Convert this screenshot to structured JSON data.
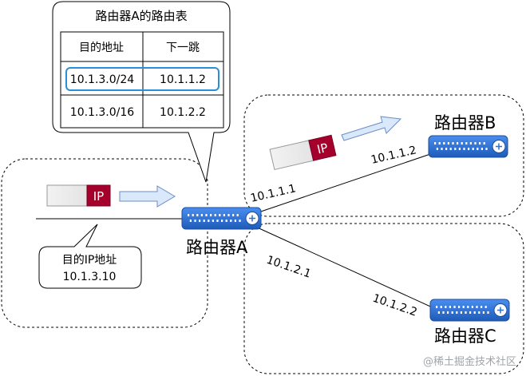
{
  "routing_table": {
    "title": "路由器A的路由表",
    "headers": [
      "目的地址",
      "下一跳"
    ],
    "rows": [
      {
        "dest": "10.1.3.0/24",
        "next_hop": "10.1.1.2",
        "highlighted": true
      },
      {
        "dest": "10.1.3.0/16",
        "next_hop": "10.1.2.2",
        "highlighted": false
      }
    ]
  },
  "callout_dest": {
    "line1": "目的IP地址",
    "line2": "10.1.3.10"
  },
  "packets": {
    "left": {
      "label": "IP"
    },
    "upper": {
      "label": "IP"
    }
  },
  "routers": {
    "a": {
      "label": "路由器A"
    },
    "b": {
      "label": "路由器B"
    },
    "c": {
      "label": "路由器C"
    }
  },
  "links": {
    "a_to_b_near": "10.1.1.1",
    "a_to_b_far": "10.1.1.2",
    "a_to_c_near": "10.1.2.1",
    "a_to_c_far": "10.1.2.2"
  },
  "watermark": "@稀土掘金技术社区",
  "colors": {
    "router_blue": "#2f6fd1",
    "ip_red": "#a5002b",
    "highlight": "#2b8fd6",
    "arrow_fill": "#dae8fc",
    "arrow_stroke": "#6c8ebf"
  }
}
